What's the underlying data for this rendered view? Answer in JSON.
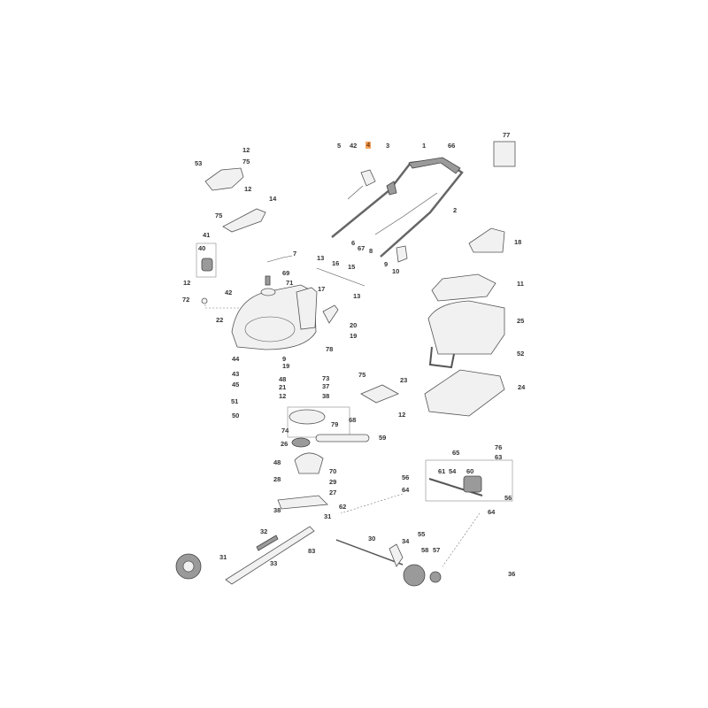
{
  "diagram": {
    "highlight_color": "#f3a25c",
    "highlighted_part": "4",
    "callouts": [
      "12",
      "75",
      "53",
      "12",
      "14",
      "75",
      "41",
      "40",
      "12",
      "42",
      "72",
      "7",
      "69",
      "71",
      "22",
      "17",
      "20",
      "19",
      "13",
      "16",
      "15",
      "13",
      "5",
      "42",
      "4",
      "3",
      "1",
      "66",
      "2",
      "6",
      "67",
      "8",
      "9",
      "10",
      "77",
      "18",
      "11",
      "25",
      "78",
      "44",
      "9",
      "19",
      "43",
      "48",
      "21",
      "45",
      "12",
      "51",
      "50",
      "73",
      "37",
      "38",
      "75",
      "23",
      "12",
      "52",
      "24",
      "68",
      "79",
      "74",
      "26",
      "59",
      "76",
      "63",
      "65",
      "61",
      "54",
      "60",
      "56",
      "56",
      "64",
      "64",
      "48",
      "70",
      "28",
      "29",
      "27",
      "38",
      "62",
      "31",
      "83",
      "32",
      "30",
      "34",
      "55",
      "58",
      "57",
      "31",
      "33",
      "36"
    ]
  }
}
